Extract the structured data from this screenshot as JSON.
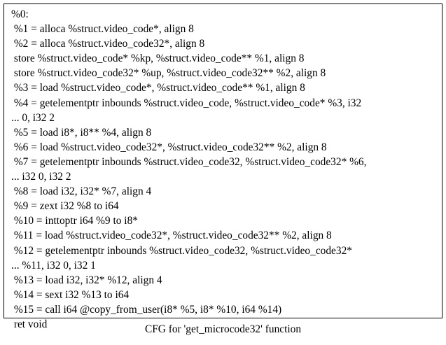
{
  "node": {
    "lines": [
      "%0:",
      " %1 = alloca %struct.video_code*, align 8",
      " %2 = alloca %struct.video_code32*, align 8",
      " store %struct.video_code* %kp, %struct.video_code** %1, align 8",
      " store %struct.video_code32* %up, %struct.video_code32** %2, align 8",
      " %3 = load %struct.video_code*, %struct.video_code** %1, align 8",
      " %4 = getelementptr inbounds %struct.video_code, %struct.video_code* %3, i32",
      "... 0, i32 2",
      " %5 = load i8*, i8** %4, align 8",
      " %6 = load %struct.video_code32*, %struct.video_code32** %2, align 8",
      " %7 = getelementptr inbounds %struct.video_code32, %struct.video_code32* %6,",
      "... i32 0, i32 2",
      " %8 = load i32, i32* %7, align 4",
      " %9 = zext i32 %8 to i64",
      " %10 = inttoptr i64 %9 to i8*",
      " %11 = load %struct.video_code32*, %struct.video_code32** %2, align 8",
      " %12 = getelementptr inbounds %struct.video_code32, %struct.video_code32*",
      "... %11, i32 0, i32 1",
      " %13 = load i32, i32* %12, align 4",
      " %14 = sext i32 %13 to i64",
      " %15 = call i64 @copy_from_user(i8* %5, i8* %10, i64 %14)",
      " ret void"
    ]
  },
  "caption": "CFG for 'get_microcode32' function"
}
